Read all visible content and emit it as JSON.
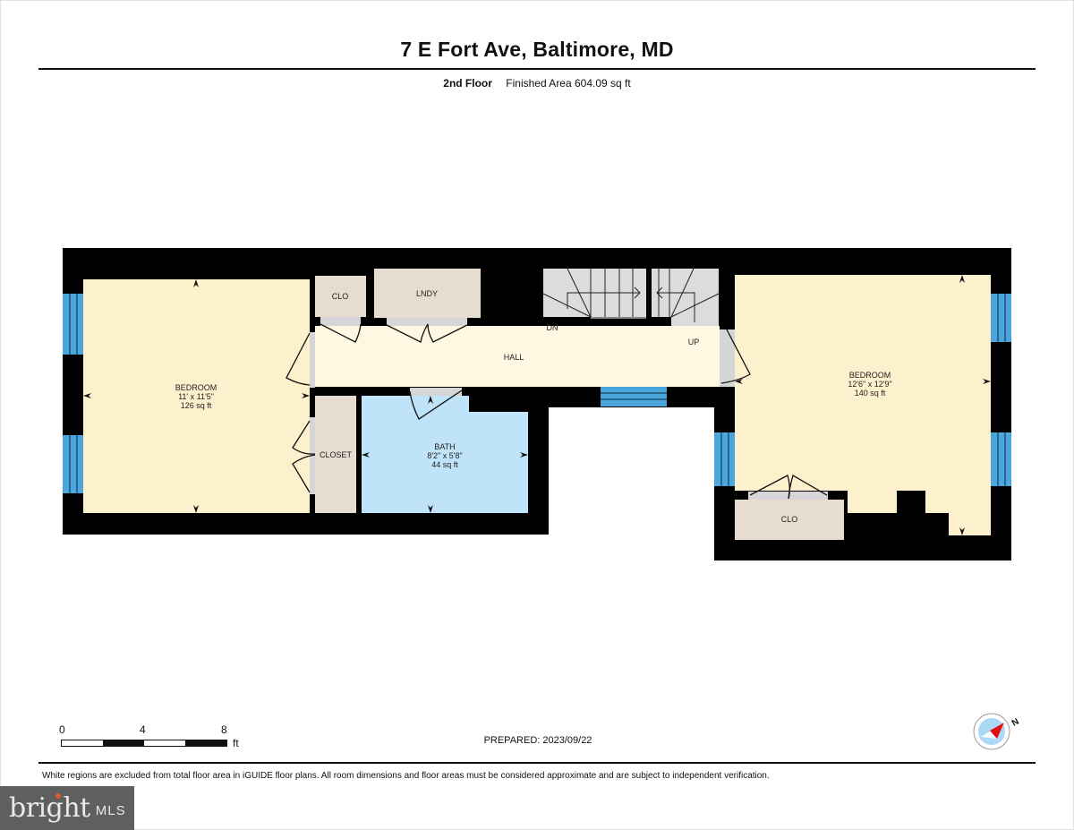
{
  "header": {
    "title": "7 E Fort Ave, Baltimore, MD",
    "floor_label": "2nd Floor",
    "finished_area": "Finished Area 604.09 sq ft"
  },
  "rooms": {
    "bedroom_left": {
      "name": "BEDROOM",
      "dims": "11' x 11'5\"",
      "area": "126 sq ft"
    },
    "clo_top": {
      "name": "CLO"
    },
    "laundry": {
      "name": "LNDY"
    },
    "hall": {
      "name": "HALL"
    },
    "stairs_dn": {
      "name": "DN"
    },
    "stairs_up": {
      "name": "UP"
    },
    "closet": {
      "name": "CLOSET"
    },
    "bath": {
      "name": "BATH",
      "dims": "8'2\" x 5'8\"",
      "area": "44 sq ft"
    },
    "bedroom_right": {
      "name": "BEDROOM",
      "dims": "12'6\" x 12'9\"",
      "area": "140 sq ft"
    },
    "clo_right": {
      "name": "CLO"
    }
  },
  "colors": {
    "bedroom": "#fdf0cc",
    "hall": "#fef8e3",
    "bath": "#bfe3f8",
    "closet": "#e6ddd0",
    "stairs": "#dcdcdc",
    "window": "#4aa6dd",
    "wall": "#000000"
  },
  "scale_bar": {
    "labels": [
      "0",
      "4",
      "8"
    ],
    "unit": "ft"
  },
  "compass": {
    "north_label": "N"
  },
  "footer": {
    "prepared": "PREPARED: 2023/09/22",
    "disclaimer": "White regions are excluded from total floor area in iGUIDE floor plans. All room dimensions and floor areas must be considered approximate and are subject to independent verification."
  },
  "logo": {
    "brand": "bright",
    "suffix": "MLS"
  }
}
